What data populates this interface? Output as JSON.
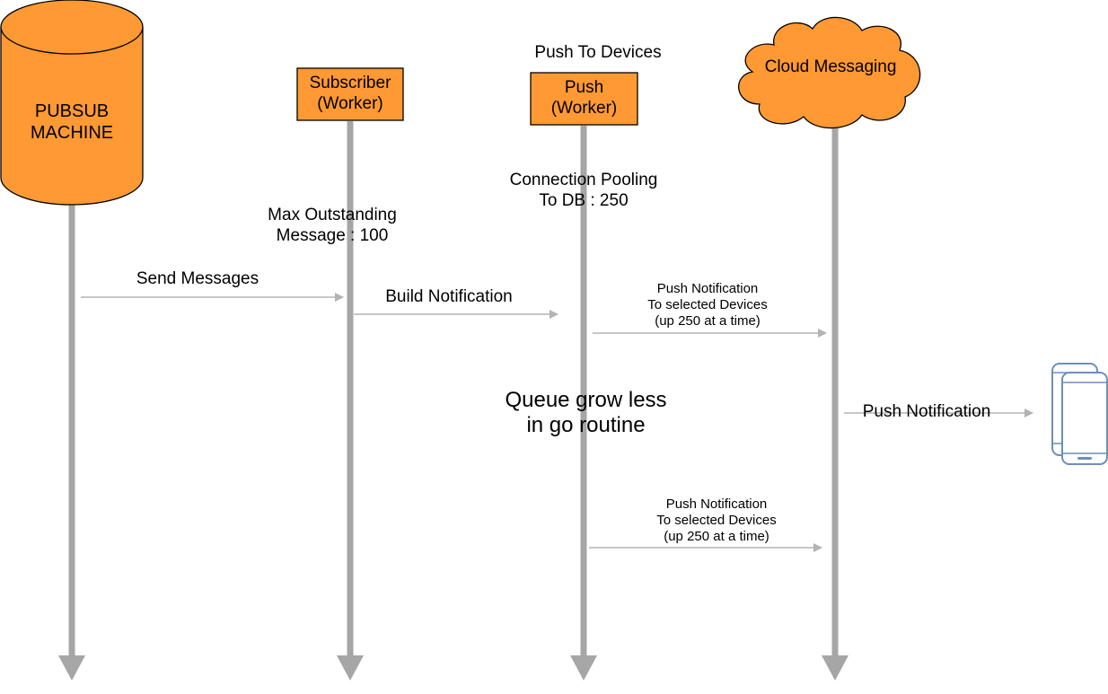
{
  "nodes": {
    "pubsub": {
      "label_line1": "PUBSUB",
      "label_line2": "MACHINE"
    },
    "subscriber": {
      "label_line1": "Subscriber",
      "label_line2": "(Worker)"
    },
    "push": {
      "label_line1": "Push",
      "label_line2": "(Worker)",
      "caption": "Push To Devices"
    },
    "cloud": {
      "label": "Cloud Messaging"
    },
    "device": {
      "icon": "smartphone-icon"
    }
  },
  "notes": {
    "max_outstanding_line1": "Max Outstanding",
    "max_outstanding_line2": "Message : 100",
    "connection_pooling_line1": "Connection Pooling",
    "connection_pooling_line2": "To DB : 250",
    "queue_line1": "Queue grow less",
    "queue_line2": "in go routine"
  },
  "messages": {
    "send_messages": "Send Messages",
    "build_notification": "Build Notification",
    "push_selected_1_line1": "Push Notification",
    "push_selected_1_line2": "To selected  Devices",
    "push_selected_1_line3": "(up 250 at a time)",
    "push_notification": "Push Notification",
    "push_selected_2_line1": "Push Notification",
    "push_selected_2_line2": "To selected  Devices",
    "push_selected_2_line3": "(up 250 at a time)"
  },
  "colors": {
    "node_fill": "#ff9933",
    "lifeline": "#a6a6a6",
    "arrow": "#b3b3b3",
    "device_outline": "#6c8ebf"
  }
}
